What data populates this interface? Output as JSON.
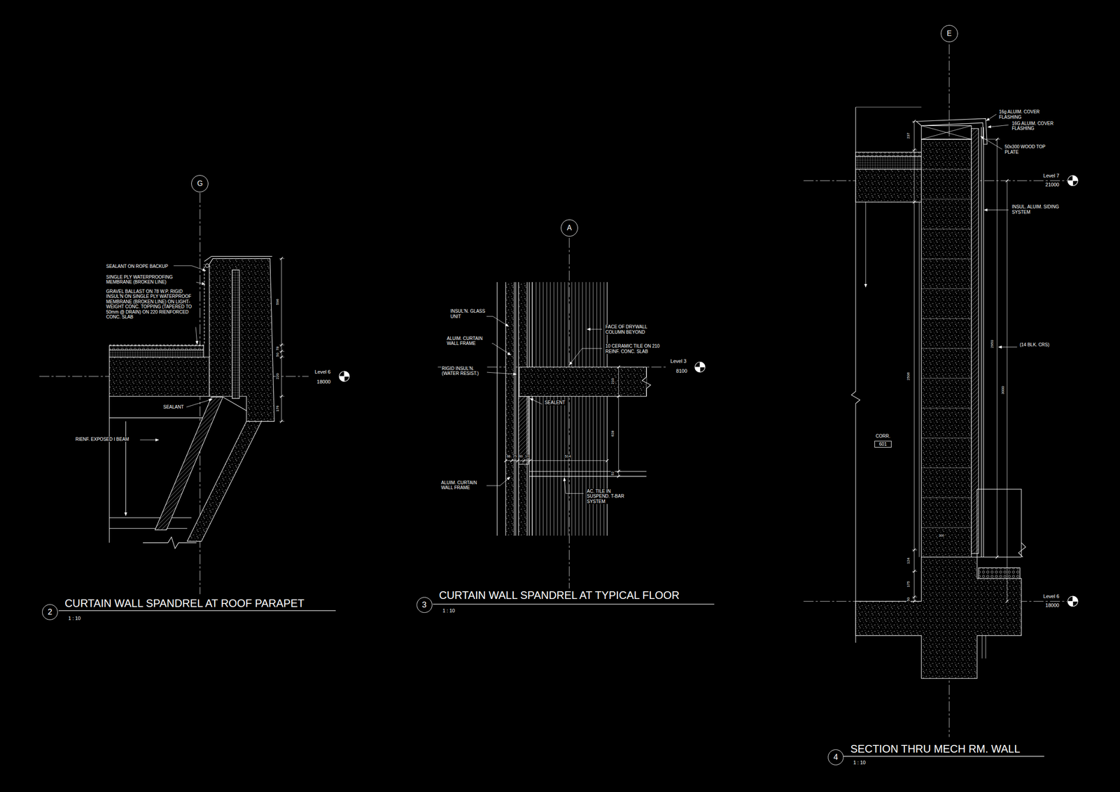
{
  "diagram": {
    "nodes": [
      {
        "text": [
          "G"
        ]
      },
      {
        "text": [
          "2"
        ]
      },
      {
        "text": [
          "A"
        ]
      },
      {
        "text": [
          "3"
        ]
      },
      {
        "text": [
          "E"
        ]
      },
      {
        "text": [
          "CORR.",
          "601"
        ]
      },
      {
        "text": [
          "4"
        ]
      }
    ],
    "labels": [
      "SEALANT ON ROPE BACKUP",
      "SINGLE PLY WATERPROOFING MEMBRANE (BROKEN LINE)",
      "GRAVEL BALLAST ON 78 W.P. RIGID INSUL'N ON SINGLE PLY WATERPROOF MEMBRANE (BROKEN LINE) ON LIGHT-WEIGHT CONC. TOPPING (TAPERED TO 50mm @ DRAIN) ON 220 RIENFORCED CONC. SLAB",
      "596",
      "78",
      "50",
      "220",
      "176",
      "Level 6",
      "18000",
      "SEALANT",
      "RIENF. EXPOSED I BEAM",
      "CURTAIN WALL SPANDREL AT ROOF PARAPET",
      "1 : 10",
      "INSUL'N. GLASS UNIT",
      "ALUIM. CURTAIN WALL FRAME",
      "FACE OF DRYWALL COLUMN BEYOND",
      "10 CERAMIC TILE ON 210 REINF. CONC. SLAB",
      "RIGID INSUL'N. (WATER RESIST.)",
      "Level 3",
      "8100",
      "210",
      "SEALENT",
      "628",
      "66",
      "25",
      "60",
      "10",
      "514",
      "52",
      "ALUIM. CURTAIN WALL FRAME",
      "AC. TILE IN SUSPEND. T-BAR SYSTEM",
      "CURTAIN WALL SPANDREL AT TYPICAL FLOOR",
      "1 : 10",
      "16g ALUIM. COVER FLASHING",
      "16G ALUIM. COVER FLASHING",
      "237",
      "50x300 WOOD TOP PLATE",
      "Level 7",
      "21000",
      "INSUL. ALUIM. SIDING SYSTEM",
      "(14 BLK. CRS)",
      "2950",
      "2506",
      "3000",
      "300",
      "124",
      "175",
      "50",
      "Level 6",
      "18000",
      "SECTION THRU MECH RM. WALL",
      "1 : 10"
    ]
  }
}
